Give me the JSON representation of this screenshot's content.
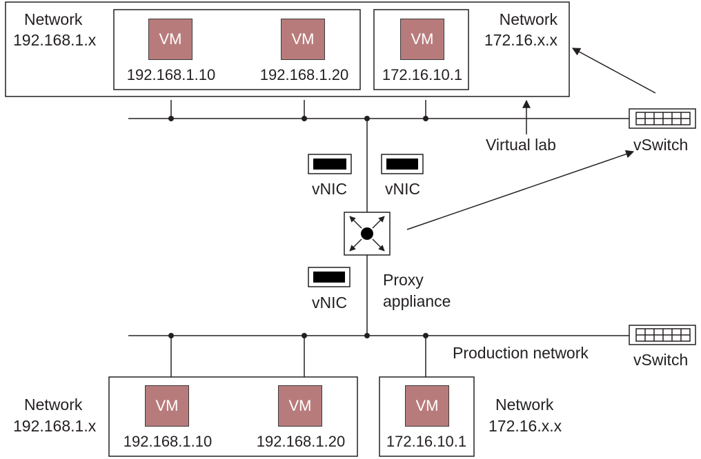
{
  "virtual_lab": {
    "network_a": {
      "label": "Network",
      "subnet": "192.168.1.x"
    },
    "network_b": {
      "label": "Network",
      "subnet": "172.16.x.x"
    },
    "vms": [
      {
        "label": "VM",
        "ip": "192.168.1.10"
      },
      {
        "label": "VM",
        "ip": "192.168.1.20"
      },
      {
        "label": "VM",
        "ip": "172.16.10.1"
      }
    ],
    "caption": "Virtual lab",
    "vswitch": "vSwitch"
  },
  "proxy": {
    "vnic_labels": [
      "vNIC",
      "vNIC",
      "vNIC"
    ],
    "appliance_line1": "Proxy",
    "appliance_line2": "appliance"
  },
  "production": {
    "network_a": {
      "label": "Network",
      "subnet": "192.168.1.x"
    },
    "network_b": {
      "label": "Network",
      "subnet": "172.16.x.x"
    },
    "vms": [
      {
        "label": "VM",
        "ip": "192.168.1.10"
      },
      {
        "label": "VM",
        "ip": "192.168.1.20"
      },
      {
        "label": "VM",
        "ip": "172.16.10.1"
      }
    ],
    "caption": "Production network",
    "vswitch": "vSwitch"
  },
  "colors": {
    "vm_fill": "#b87b7b",
    "line": "#231f20",
    "background": "#ffffff"
  }
}
